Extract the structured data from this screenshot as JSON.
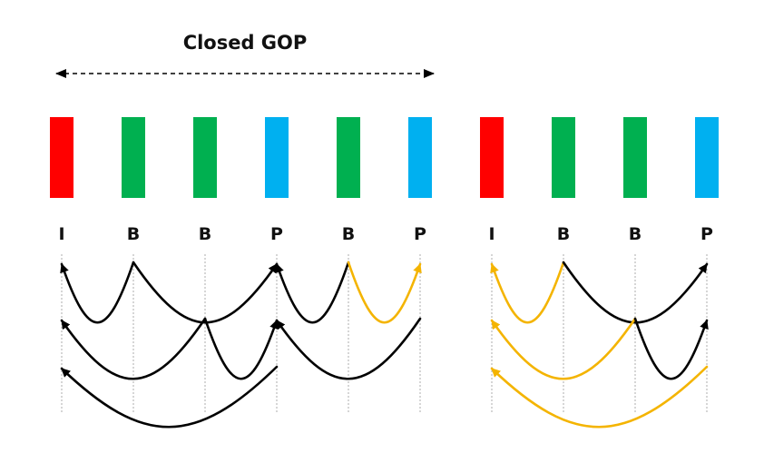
{
  "title": "Closed GOP",
  "colors": {
    "I": "#ff0000",
    "B": "#00b050",
    "P": "#00b0f0",
    "arrow_normal": "#000000",
    "arrow_highlight": "#f4b400",
    "guide": "#9a9a9a"
  },
  "frames": [
    {
      "type": "I",
      "label": "I"
    },
    {
      "type": "B",
      "label": "B"
    },
    {
      "type": "B",
      "label": "B"
    },
    {
      "type": "P",
      "label": "P"
    },
    {
      "type": "B",
      "label": "B"
    },
    {
      "type": "P",
      "label": "P"
    },
    {
      "type": "I",
      "label": "I"
    },
    {
      "type": "B",
      "label": "B"
    },
    {
      "type": "B",
      "label": "B"
    },
    {
      "type": "P",
      "label": "P"
    }
  ],
  "references": [
    {
      "from": 1,
      "to": 0,
      "level": 0,
      "highlight": false
    },
    {
      "from": 1,
      "to": 3,
      "level": 0,
      "highlight": false
    },
    {
      "from": 2,
      "to": 0,
      "level": 1,
      "highlight": false
    },
    {
      "from": 2,
      "to": 3,
      "level": 1,
      "highlight": false
    },
    {
      "from": 3,
      "to": 0,
      "level": 2,
      "highlight": false
    },
    {
      "from": 4,
      "to": 3,
      "level": 0,
      "highlight": false
    },
    {
      "from": 4,
      "to": 5,
      "level": 0,
      "highlight": true
    },
    {
      "from": 5,
      "to": 3,
      "level": 1,
      "highlight": false
    },
    {
      "from": 7,
      "to": 6,
      "level": 0,
      "highlight": true
    },
    {
      "from": 7,
      "to": 9,
      "level": 0,
      "highlight": false
    },
    {
      "from": 8,
      "to": 6,
      "level": 1,
      "highlight": true
    },
    {
      "from": 8,
      "to": 9,
      "level": 1,
      "highlight": false
    },
    {
      "from": 9,
      "to": 6,
      "level": 2,
      "highlight": true
    }
  ],
  "gop_span": {
    "start": 0,
    "end": 5
  }
}
